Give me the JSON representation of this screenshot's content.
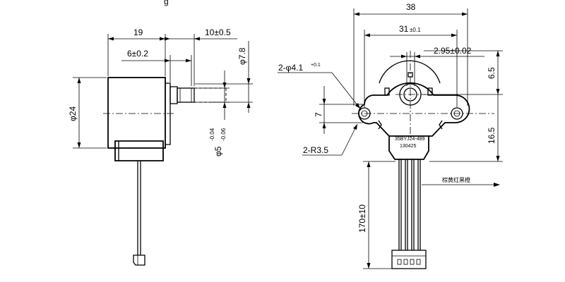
{
  "header": {
    "fragment": "g"
  },
  "side_view": {
    "dim_19": "19",
    "dim_10": "10±0.5",
    "dim_6": "6±0.2",
    "dim_7_8": "φ7.8",
    "dim_24": "φ24",
    "dim_5": "φ5",
    "dim_5_tol_upper": "-0.04",
    "dim_5_tol_lower": "-0.06"
  },
  "front_view": {
    "dim_38": "38",
    "dim_31": "31",
    "dim_31_tol": "±0.1",
    "dim_2_95": "2.95±0.02",
    "dim_6_5": "6.5",
    "dim_7": "7",
    "dim_16_5": "16.5",
    "holes_label": "2-φ4.1",
    "holes_tol": "+0.1",
    "radius_label": "2-R3.5",
    "model_line1": "35BYJ24-489",
    "model_line2": "130425",
    "lead_length": "170±10",
    "wire_note": "棕黄红黑橙"
  }
}
